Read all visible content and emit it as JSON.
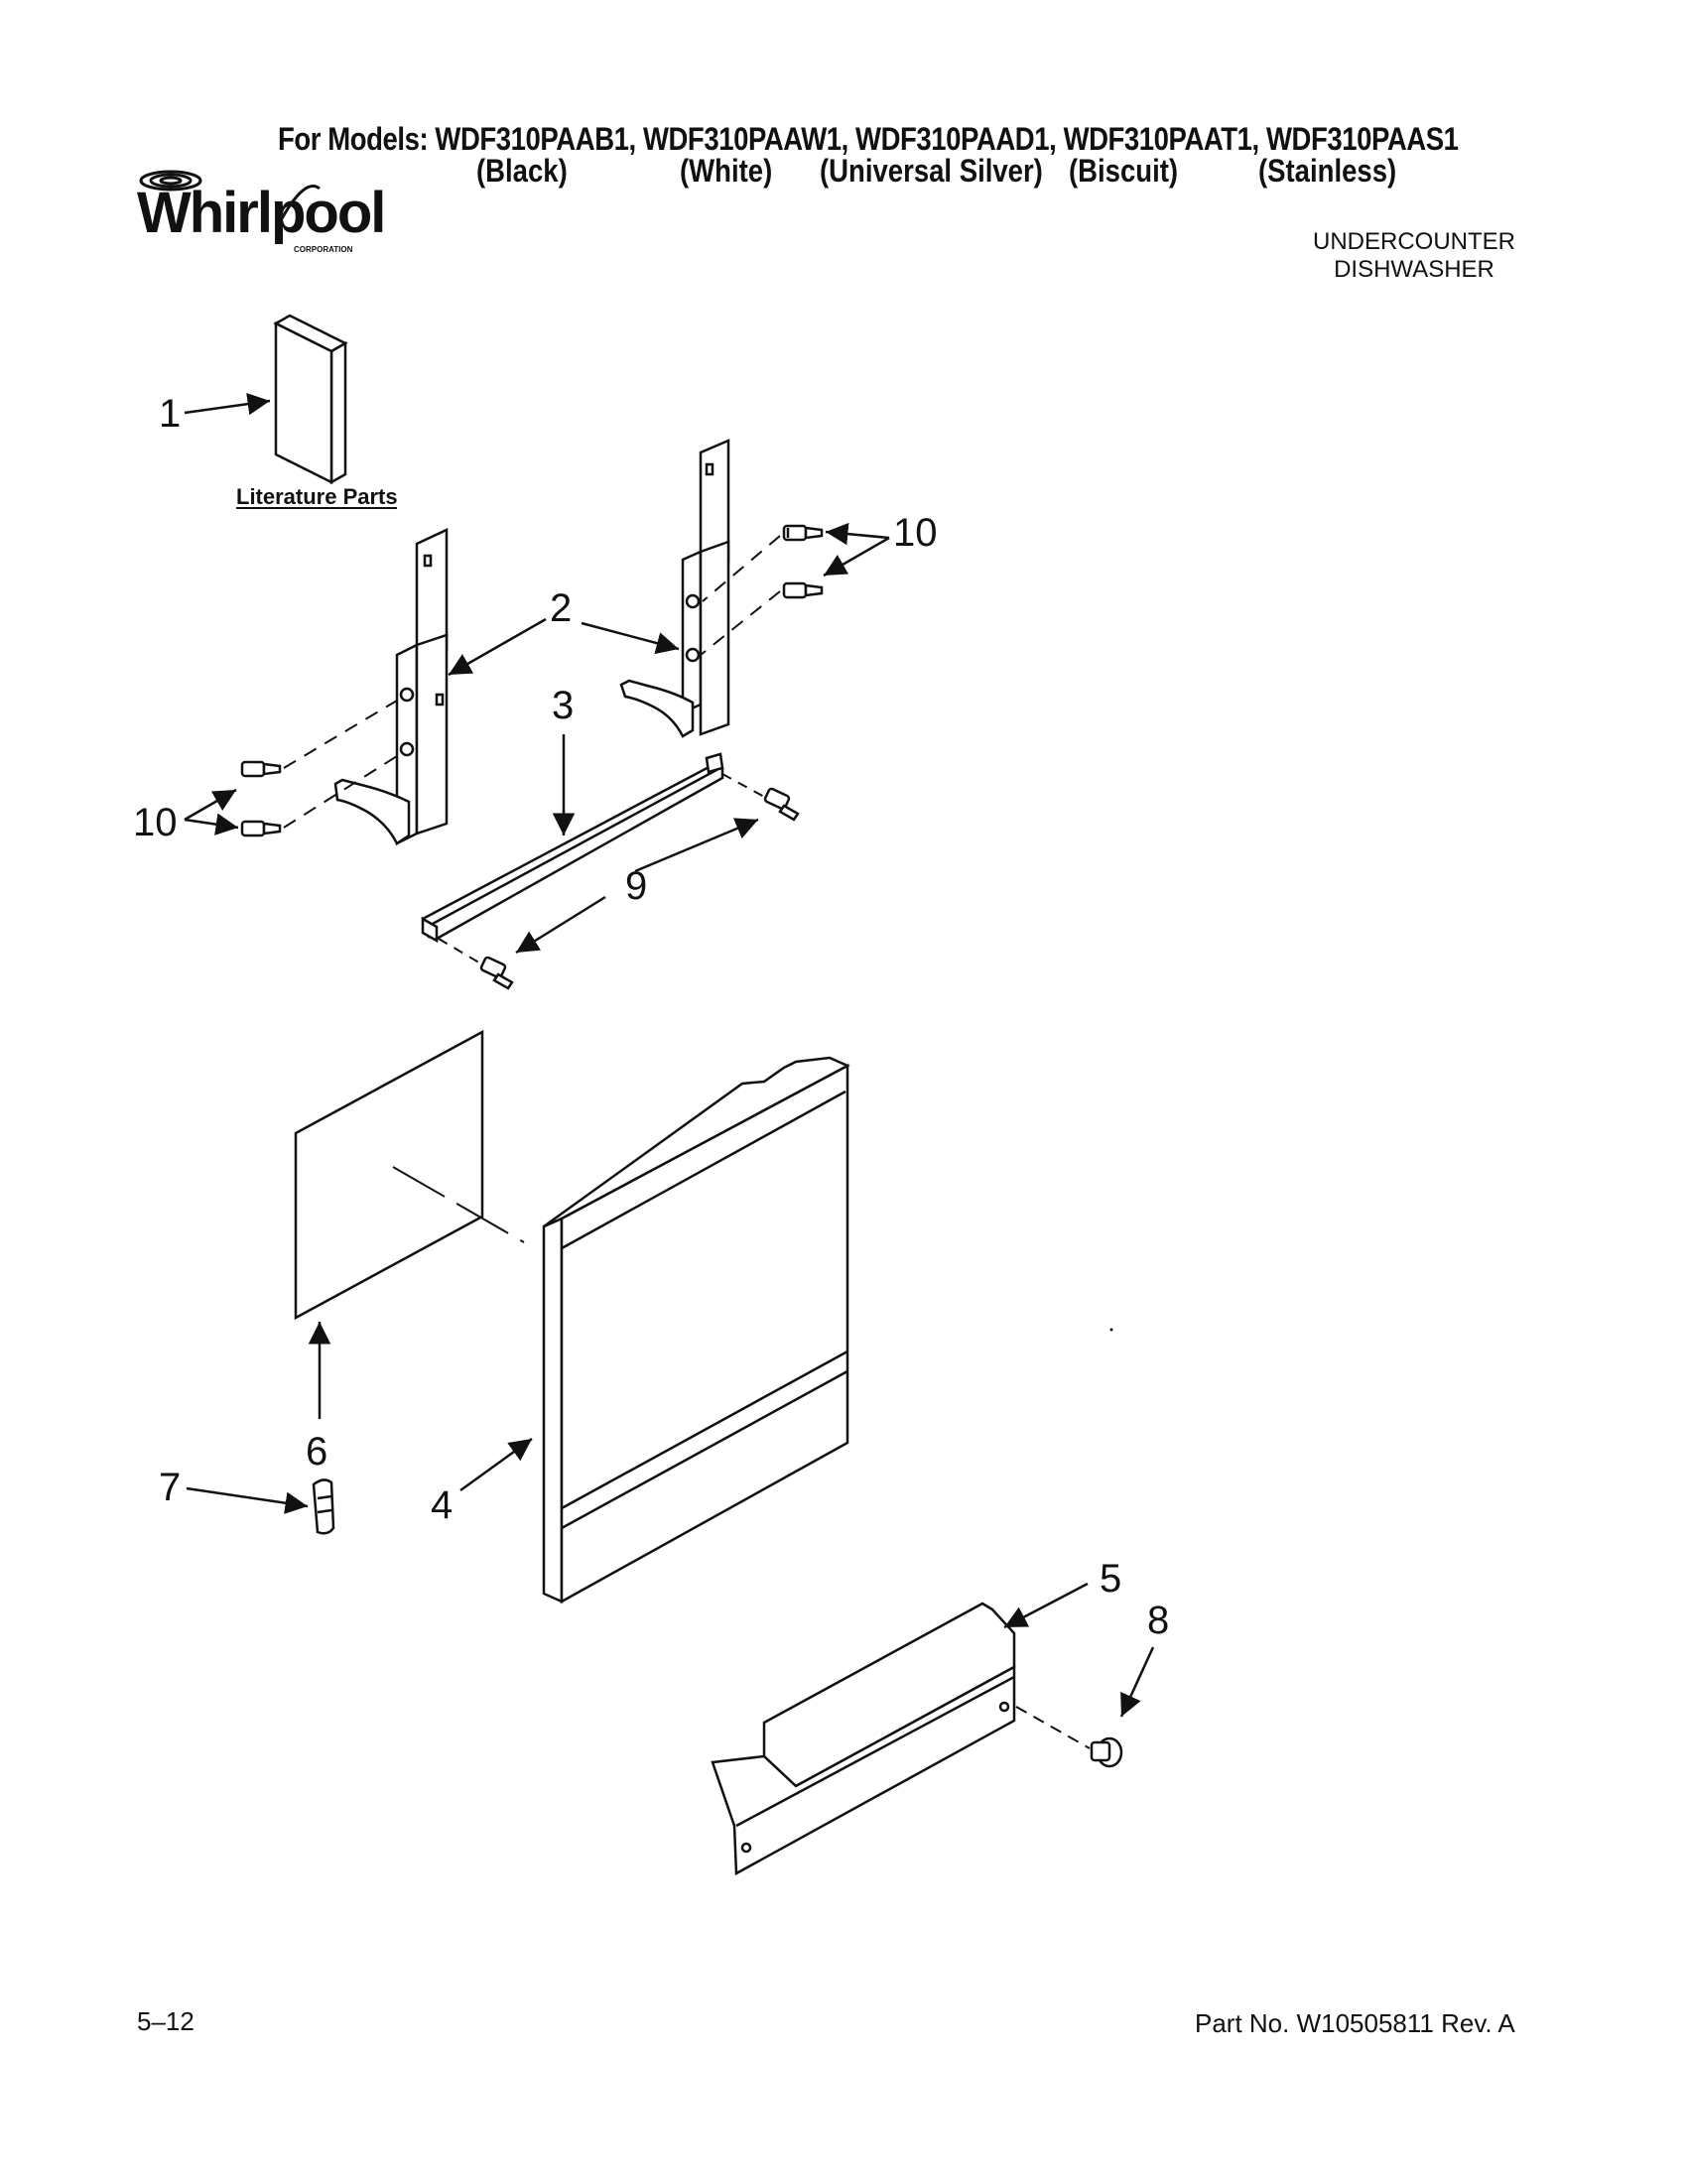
{
  "header": {
    "models_line": "For Models: WDF310PAAB1, WDF310PAAW1, WDF310PAAD1, WDF310PAAT1, WDF310PAAS1",
    "colors": [
      "(Black)",
      "(White)",
      "(Universal Silver)",
      "(Biscuit)",
      "(Stainless)"
    ]
  },
  "brand": {
    "name": "Whirlpool",
    "sub": "CORPORATION"
  },
  "product_type": {
    "line1": "UNDERCOUNTER",
    "line2": "DISHWASHER"
  },
  "diagram": {
    "literature_label": "Literature Parts",
    "callouts": [
      "1",
      "2",
      "3",
      "4",
      "5",
      "6",
      "7",
      "8",
      "9",
      "10",
      "10"
    ]
  },
  "footer": {
    "page": "5–12",
    "part_no": "Part No. W10505811 Rev. A"
  }
}
